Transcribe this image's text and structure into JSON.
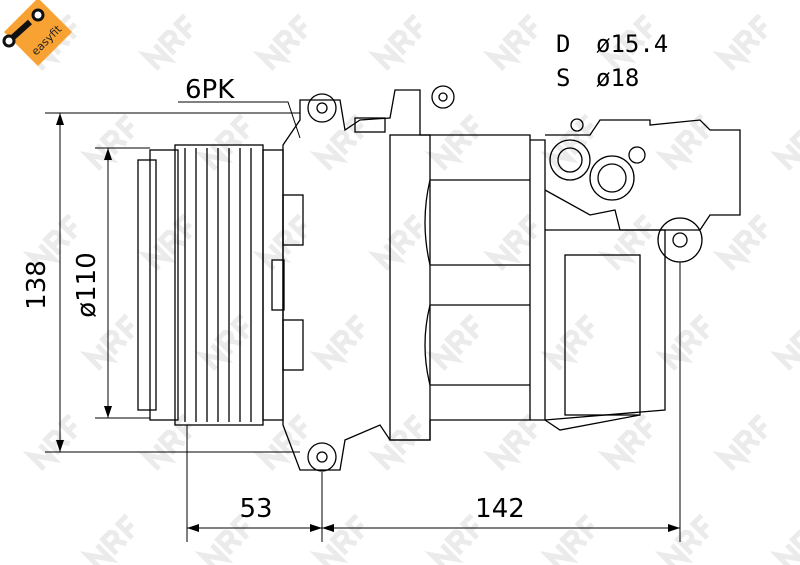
{
  "logo": {
    "text": "easyfit",
    "color": "#f7a233",
    "icon": "wrench-icon"
  },
  "watermark": {
    "text": "NRF",
    "color": "#e8e8e8"
  },
  "specs": {
    "discharge": {
      "label": "D",
      "value": "ø15.4"
    },
    "suction": {
      "label": "S",
      "value": "ø18"
    }
  },
  "dimensions": {
    "belt": "6PK",
    "height": "138",
    "pulley_diameter": "ø110",
    "pulley_offset": "53",
    "body_length": "142"
  }
}
